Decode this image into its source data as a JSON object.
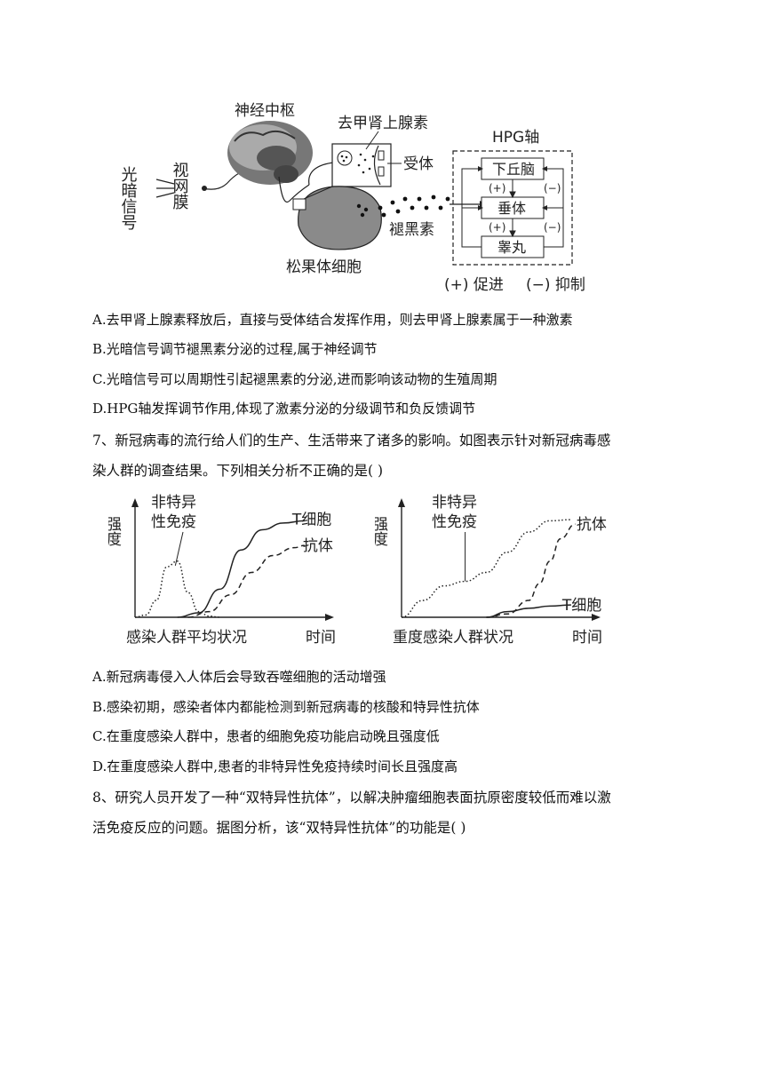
{
  "figure1": {
    "nerve_center": "神经中枢",
    "norepinephrine": "去甲肾上腺素",
    "light_signal": "光暗信号",
    "retina": "视网膜",
    "receptor": "受体",
    "hpg_axis": "HPG轴",
    "hypothalamus": "下丘脑",
    "pituitary": "垂体",
    "testis": "睾丸",
    "melatonin": "褪黑素",
    "pineal_cell": "松果体细胞",
    "plus": "(+)",
    "minus": "(−)",
    "legend_promote": "(+) 促进",
    "legend_inhibit": "(−) 抑制"
  },
  "q6_options": [
    "A.去甲肾上腺素释放后，直接与受体结合发挥作用，则去甲肾上腺素属于一种激素",
    "B.光暗信号调节褪黑素分泌的过程,属于神经调节",
    "C.光暗信号可以周期性引起褪黑素的分泌,进而影响该动物的生殖周期",
    "D.HPG轴发挥调节作用,体现了激素分泌的分级调节和负反馈调节"
  ],
  "q7": {
    "stem_line1": "7、新冠病毒的流行给人们的生产、生活带来了诸多的影响。如图表示针对新冠病毒感",
    "stem_line2": "染人群的调查结果。下列相关分析不正确的是(   )",
    "options": [
      "A.新冠病毒侵入人体后会导致吞噬细胞的活动增强",
      "B.感染初期，感染者体内都能检测到新冠病毒的核酸和特异性抗体",
      "C.在重度感染人群中，患者的细胞免疫功能启动晚且强度低",
      "D.在重度感染人群中,患者的非特异性免疫持续时间长且强度高"
    ]
  },
  "chart_data": [
    {
      "type": "line",
      "ylabel": "强度",
      "xlabel": "时间",
      "subtitle": "感染人群平均状况",
      "annotation": "非特异性免疫",
      "series": [
        {
          "name": "非特异性免疫",
          "style": "dotted",
          "x": [
            0,
            0.5,
            1,
            1.5,
            2,
            2.5,
            3,
            3.5,
            4
          ],
          "y": [
            0,
            0.2,
            1.5,
            4.5,
            5,
            2.2,
            0.5,
            0.1,
            0
          ]
        },
        {
          "name": "T细胞",
          "style": "solid",
          "x": [
            2,
            3,
            4,
            5,
            6,
            7,
            8
          ],
          "y": [
            0,
            0.4,
            2.5,
            6,
            7.8,
            8.4,
            8.6
          ]
        },
        {
          "name": "抗体",
          "style": "dashed",
          "x": [
            2.5,
            3.5,
            4.5,
            5.5,
            6.5,
            7.5,
            8
          ],
          "y": [
            0,
            0.5,
            2,
            4,
            5.5,
            6.2,
            6.4
          ]
        }
      ]
    },
    {
      "type": "line",
      "ylabel": "强度",
      "xlabel": "时间",
      "subtitle": "重度感染人群状况",
      "annotation": "非特异性免疫",
      "series": [
        {
          "name": "非特异性免疫",
          "style": "dotted",
          "x": [
            0,
            1,
            2,
            3,
            4,
            5,
            6,
            7,
            8
          ],
          "y": [
            0,
            1.5,
            2.8,
            3.2,
            4,
            5.8,
            7.6,
            8.6,
            8.7
          ]
        },
        {
          "name": "抗体",
          "style": "dashed",
          "x": [
            4,
            5,
            6,
            6.5,
            7,
            7.5,
            8.2
          ],
          "y": [
            0,
            0.3,
            1.5,
            3,
            5,
            7,
            8.3
          ]
        },
        {
          "name": "T细胞",
          "style": "solid",
          "x": [
            4,
            5,
            6,
            7,
            8
          ],
          "y": [
            0,
            0.5,
            0.8,
            1,
            1.1
          ]
        }
      ]
    }
  ],
  "q8": {
    "line1": "8、研究人员开发了一种“双特异性抗体”，以解决肿瘤细胞表面抗原密度较低而难以激",
    "line2": "活免疫反应的问题。据图分析，该“双特异性抗体”的功能是(   )"
  }
}
